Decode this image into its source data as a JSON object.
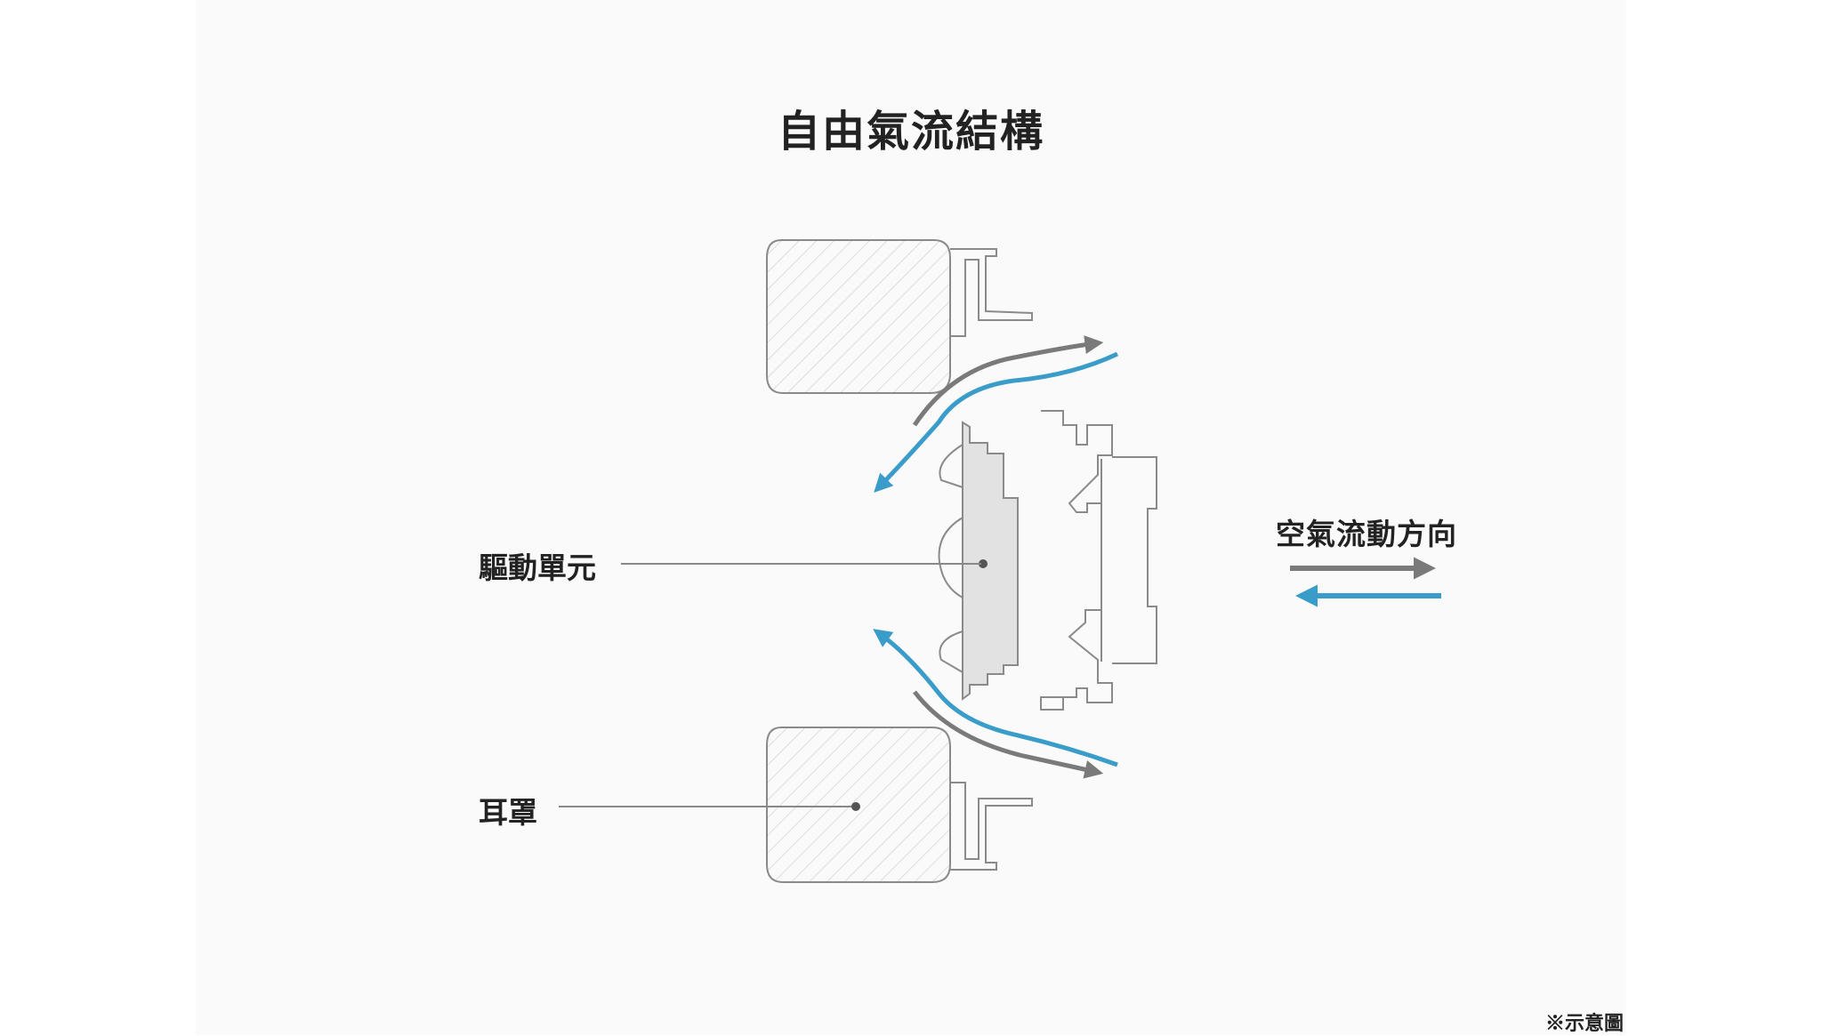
{
  "title": "自由氣流結構",
  "labels": {
    "driver_unit": "驅動單元",
    "ear_cushion": "耳罩",
    "airflow_direction": "空氣流動方向",
    "note": "※示意圖"
  },
  "colors": {
    "outward_flow": "#7a7a7a",
    "inward_flow": "#3a9cc8",
    "outline": "#8a8a8a",
    "driver_fill": "#e2e2e2",
    "text": "#222222"
  }
}
